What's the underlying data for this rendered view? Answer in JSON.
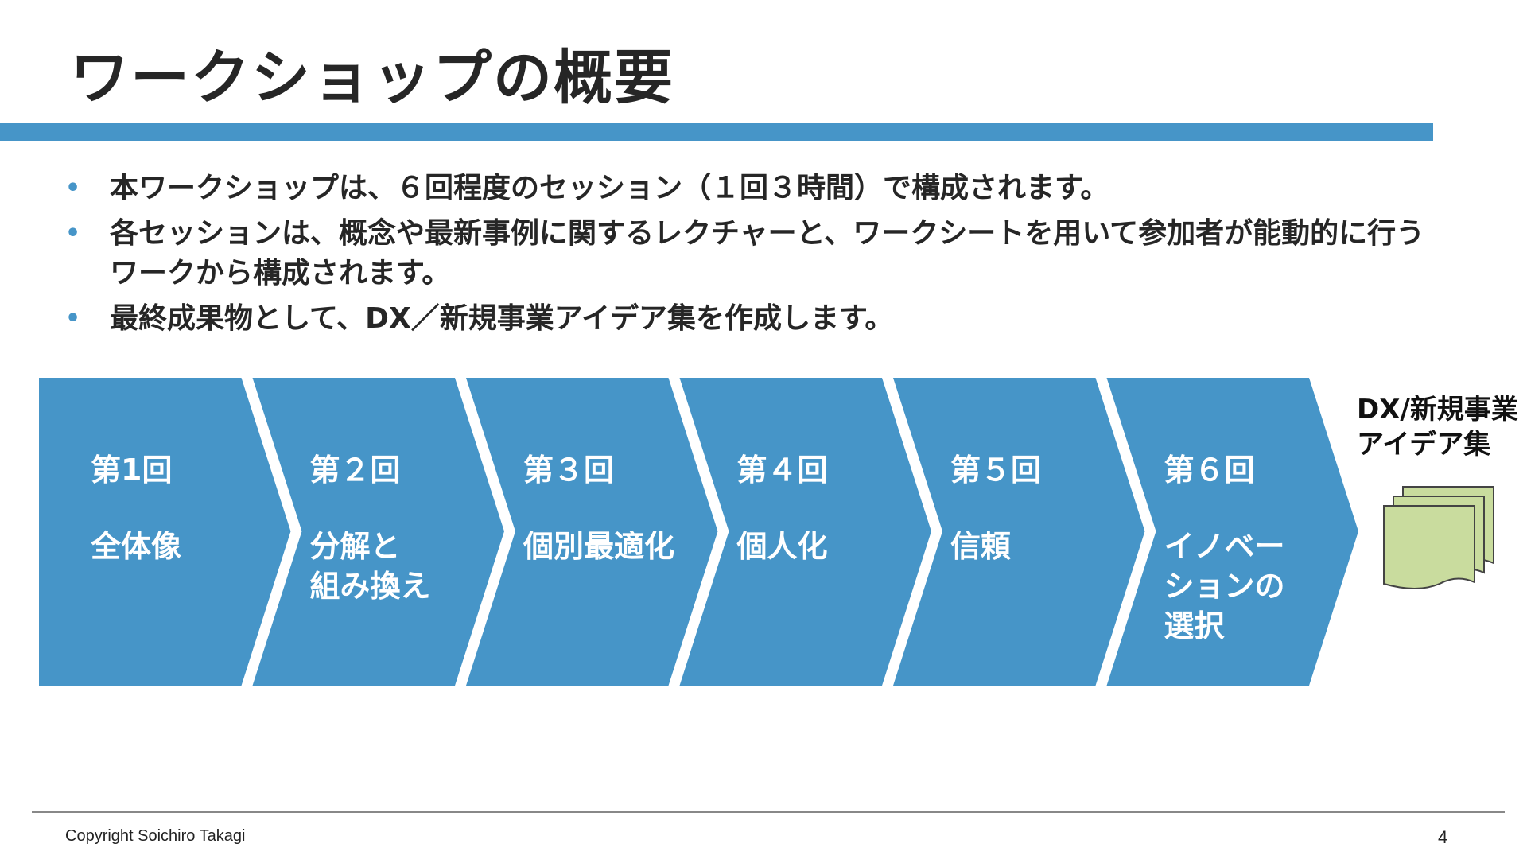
{
  "title": "ワークショップの概要",
  "bullets": [
    "本ワークショップは、６回程度のセッション（１回３時間）で構成されます。",
    "各セッションは、概念や最新事例に関するレクチャーと、ワークシートを用いて参加者が能動的に行うワークから構成されます。",
    "最終成果物として、DX／新規事業アイデア集を作成します。"
  ],
  "bullet_marker": "•",
  "sessions": [
    {
      "number": "第1回",
      "topic": [
        "全体像"
      ]
    },
    {
      "number": "第２回",
      "topic": [
        "分解と",
        "組み換え"
      ]
    },
    {
      "number": "第３回",
      "topic": [
        "個別最適化"
      ]
    },
    {
      "number": "第４回",
      "topic": [
        "個人化"
      ]
    },
    {
      "number": "第５回",
      "topic": [
        "信頼"
      ]
    },
    {
      "number": "第６回",
      "topic": [
        "イノベー",
        "ションの",
        "選択"
      ]
    }
  ],
  "result": {
    "label_line1": "DX/新規事業",
    "label_line2": "アイデア集",
    "icon": "documents-stack-icon"
  },
  "footer": {
    "copyright": "Copyright Soichiro Takagi",
    "page_number": "4"
  },
  "colors": {
    "accent": "#4695c8",
    "document_fill": "#c9dc9e"
  }
}
